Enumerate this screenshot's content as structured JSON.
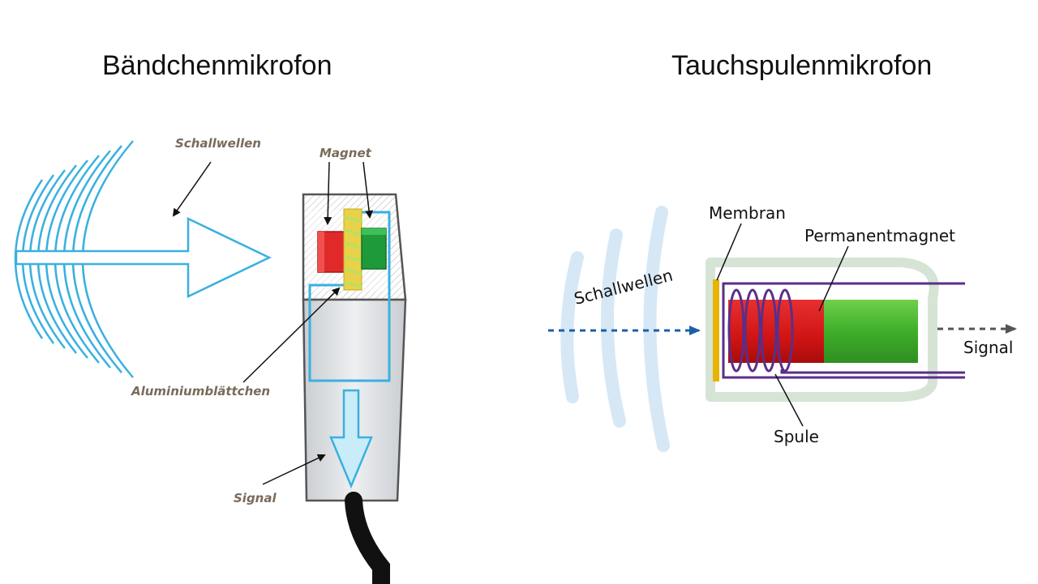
{
  "titles": {
    "left": "Bändchenmikrofon",
    "right": "Tauchspulenmikrofon"
  },
  "ribbon_mic": {
    "labels": {
      "sound_waves": "Schallwellen",
      "magnet": "Magnet",
      "ribbon": "Aluminiumblättchen",
      "signal": "Signal"
    },
    "colors": {
      "waves": "#3ab0e0",
      "magnet_left": "#e02a2a",
      "magnet_right": "#1f9a3a",
      "ribbon": "#e8d24a",
      "body": "#d9dcdf",
      "cable": "#111111"
    }
  },
  "dynamic_mic": {
    "labels": {
      "membrane": "Membran",
      "permanent_magnet": "Permanentmagnet",
      "sound_waves": "Schallwellen",
      "signal": "Signal",
      "coil": "Spule"
    },
    "colors": {
      "waves": "#b8d8f0",
      "membrane": "#e8b400",
      "coil": "#5a2e8a",
      "magnet_red": "#d81818",
      "magnet_green": "#4cb830",
      "housing": "#d4e4d4",
      "arrow_in": "#1a5fa8",
      "arrow_out": "#555555"
    }
  }
}
